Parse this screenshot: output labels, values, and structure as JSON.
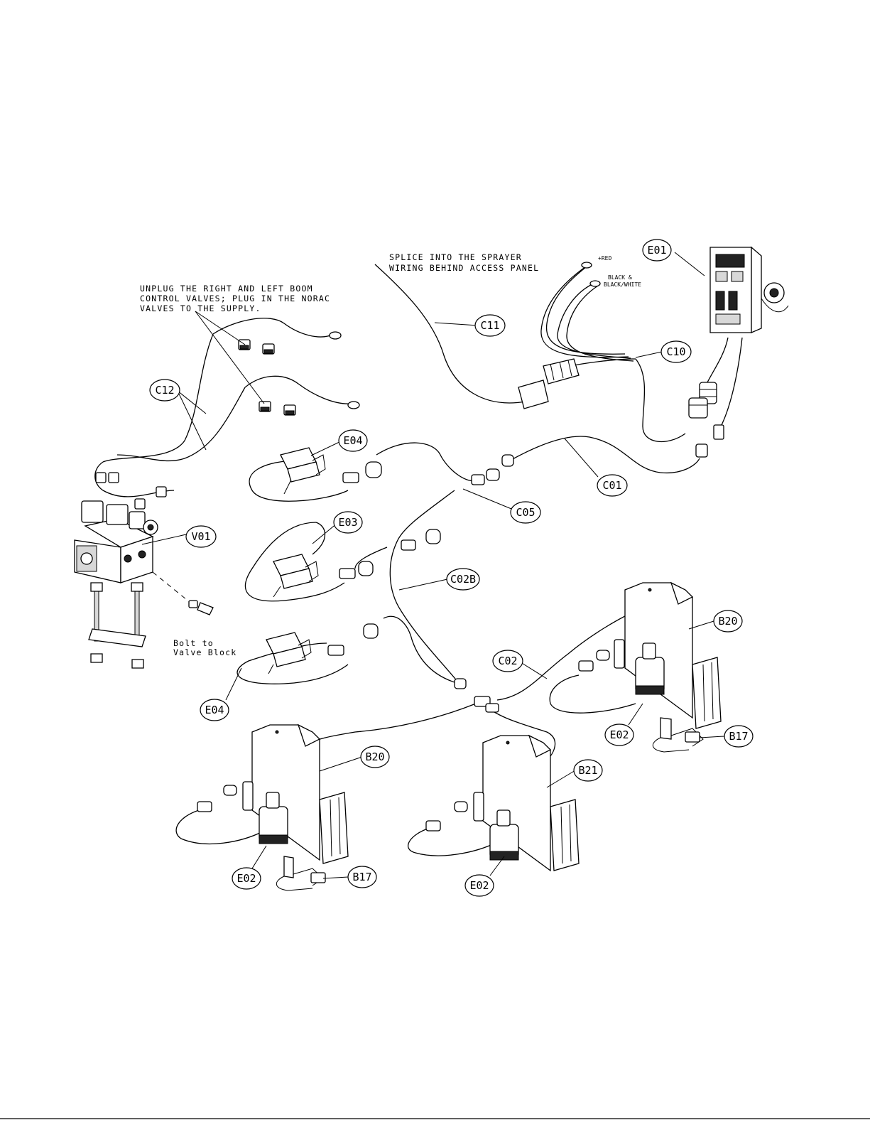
{
  "notes": {
    "unplug": [
      "UNPLUG THE RIGHT AND LEFT BOOM",
      "CONTROL VALVES; PLUG IN THE NORAC",
      "VALVES TO THE SUPPLY."
    ],
    "splice": [
      "SPLICE INTO THE SPRAYER",
      "WIRING BEHIND ACCESS PANEL"
    ],
    "bolt": [
      "Bolt to",
      "Valve Block"
    ],
    "red": "+RED",
    "black": [
      "BLACK &",
      "BLACK/WHITE"
    ]
  },
  "callouts": {
    "e01": "E01",
    "c11": "C11",
    "c10": "C10",
    "c12": "C12",
    "e04_top": "E04",
    "c01": "C01",
    "c05": "C05",
    "e03": "E03",
    "v01": "V01",
    "c02b": "C02B",
    "b20_right": "B20",
    "c02": "C02",
    "e04_bottom": "E04",
    "e02_right": "E02",
    "b17_right": "B17",
    "b20_left": "B20",
    "b21": "B21",
    "e02_left": "E02",
    "b17_left": "B17",
    "e02_center": "E02"
  }
}
